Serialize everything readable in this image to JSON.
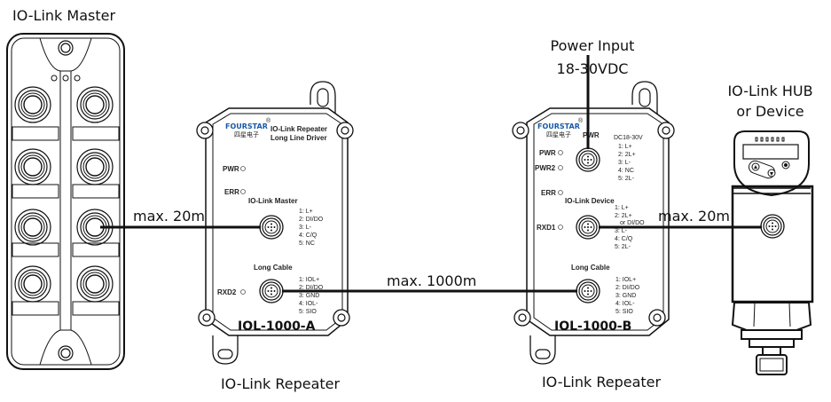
{
  "labels": {
    "master_title": "IO-Link Master",
    "power_input_line1": "Power Input",
    "power_input_line2": "18-30VDC",
    "hub_line1": "IO-Link HUB",
    "hub_line2": "or Device",
    "repeater_a_caption": "IO-Link Repeater",
    "repeater_b_caption": "IO-Link Repeater"
  },
  "cables": {
    "master_to_a": "max. 20m",
    "a_to_b": "max. 1000m",
    "b_to_device": "max. 20m"
  },
  "brand": {
    "name": "FOURSTAR",
    "registered": "®",
    "chinese": "四星电子",
    "color": "#1a5aa8"
  },
  "repeater_a": {
    "desc_line1": "IO-Link Repeater",
    "desc_line2": "Long Line Driver",
    "leds": [
      "PWR",
      "ERR",
      "RXD2"
    ],
    "port1_title": "IO-Link Master",
    "port1_pins": [
      "1: L+",
      "2: DI/DO",
      "3: L-",
      "4: C/Q",
      "5: NC"
    ],
    "port2_title": "Long Cable",
    "port2_pins": [
      "1: IOL+",
      "2: DI/DO",
      "3: GND",
      "4: IOL-",
      "5: SIO"
    ],
    "model": "IOL-1000-A"
  },
  "repeater_b": {
    "pwr_port_label": "PWR",
    "pwr_spec": "DC18-30V",
    "pwr_pins": [
      "1: L+",
      "2: 2L+",
      "3: L-",
      "4: NC",
      "5: 2L-"
    ],
    "leds": [
      "PWR",
      "PWR2",
      "ERR",
      "RXD1"
    ],
    "port1_title": "IO-Link Device",
    "port1_pins": [
      "1: L+",
      "2: 2L+",
      "or DI/DO",
      "3: L-",
      "4: C/Q",
      "5: 2L-"
    ],
    "port2_title": "Long Cable",
    "port2_pins": [
      "1: IOL+",
      "2: DI/DO",
      "3: GND",
      "4: IOL-",
      "5: SIO"
    ],
    "model": "IOL-1000-B"
  }
}
